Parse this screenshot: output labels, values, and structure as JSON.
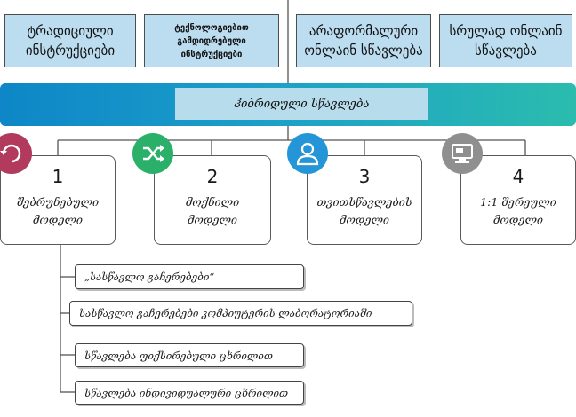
{
  "top_boxes": [
    {
      "lines": [
        "ტრადიციული",
        "ინსტრუქციები"
      ]
    },
    {
      "lines": [
        "ტექნოლოგიებით",
        "გამდიდრებული",
        "ინსტრუქციები"
      ]
    },
    {
      "lines": [
        "არაფორმალური",
        "ონლაინ სწავლება"
      ]
    },
    {
      "lines": [
        "სრულად ონლაინ",
        "სწავლება"
      ]
    }
  ],
  "band_label": "ჰიბრიდული სწავლება",
  "models": [
    {
      "number": "1",
      "lines": [
        "შებრუნებული",
        "მოდელი"
      ],
      "icon": "refresh-icon",
      "color": "#b23a5c"
    },
    {
      "number": "2",
      "lines": [
        "მოქნილი",
        "მოდელი"
      ],
      "icon": "shuffle-icon",
      "color": "#2bb06a"
    },
    {
      "number": "3",
      "lines": [
        "თვითსწავლების",
        "მოდელი"
      ],
      "icon": "person-icon",
      "color": "#2496d8"
    },
    {
      "number": "4",
      "lines": [
        "1:1 შერეული",
        "მოდელი"
      ],
      "icon": "computer-icon",
      "color": "#8f8f8f"
    }
  ],
  "sub_items": [
    "„სასწავლო გაჩერებები“",
    "სასწავლო გაჩერებები კომპიუტერის ლაბორატორიაში",
    "სწავლება ფიქსირებული ცხრილით",
    "სწავლება ინდივიდუალური ცხრილით"
  ]
}
